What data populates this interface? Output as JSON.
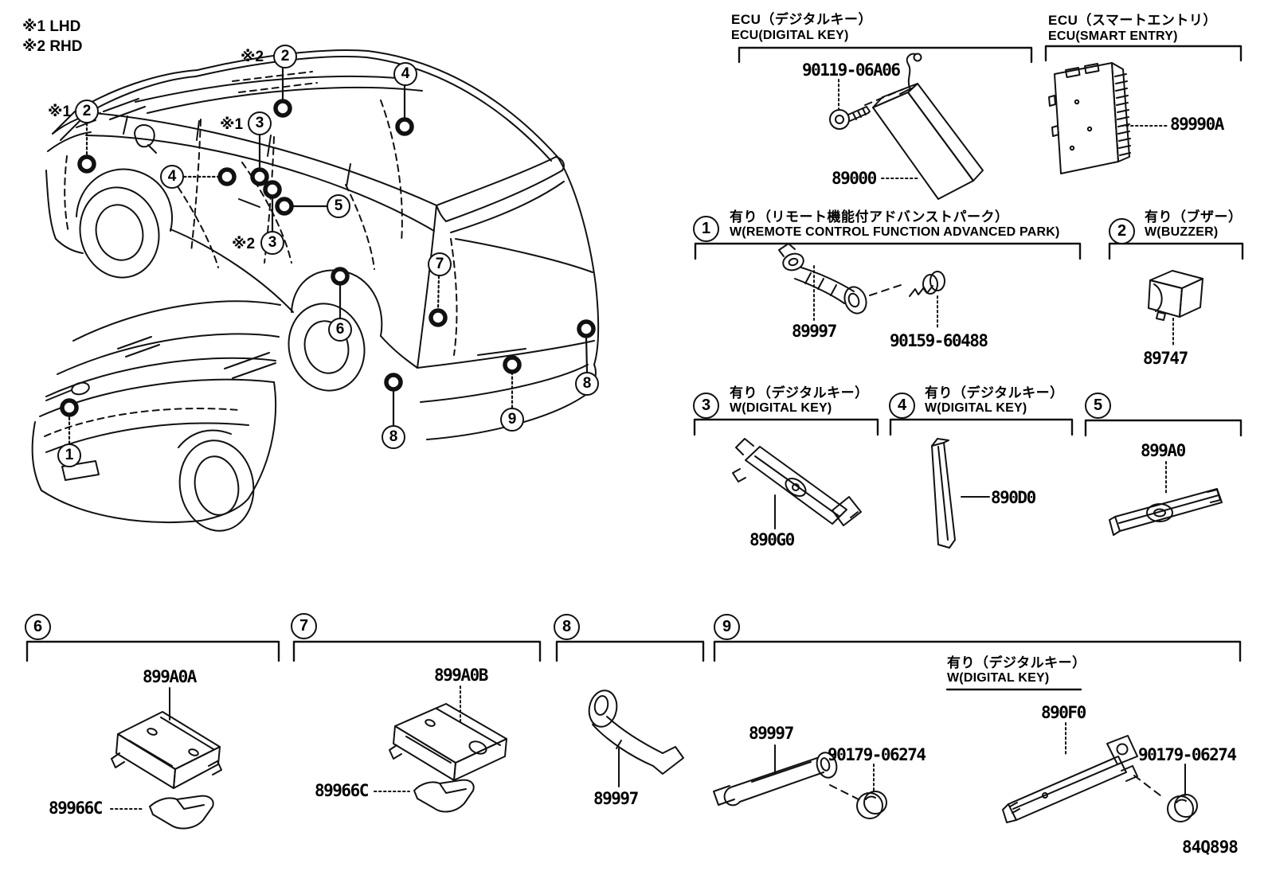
{
  "page": {
    "code": "84Q898",
    "notes": [
      "※1 LHD",
      "※2 RHD"
    ]
  },
  "ecu_digital": {
    "title_jp": "ECU（デジタルキー）",
    "title_en": "ECU(DIGITAL KEY)",
    "screw_part": "90119-06A06",
    "ecu_part": "89000"
  },
  "ecu_smart": {
    "title_jp": "ECU（スマートエントリ）",
    "title_en": "ECU(SMART ENTRY)",
    "ecu_part": "89990A"
  },
  "sections": {
    "s1": {
      "num": "1",
      "cond_jp": "有り（リモート機能付アドバンストパーク）",
      "cond_en": "W(REMOTE CONTROL FUNCTION ADVANCED PARK)",
      "sensor_part": "89997",
      "screw_part": "90159-60488"
    },
    "s2": {
      "num": "2",
      "cond_jp": "有り（ブザー）",
      "cond_en": "W(BUZZER)",
      "buzzer_part": "89747"
    },
    "s3": {
      "num": "3",
      "cond_jp": "有り（デジタルキー）",
      "cond_en": "W(DIGITAL KEY)",
      "antenna_part": "890G0"
    },
    "s4": {
      "num": "4",
      "cond_jp": "有り（デジタルキー）",
      "cond_en": "W(DIGITAL KEY)",
      "antenna_part": "890D0"
    },
    "s5": {
      "num": "5",
      "antenna_part": "899A0"
    },
    "s6": {
      "num": "6",
      "antenna_part": "899A0A",
      "clip_part": "89966C"
    },
    "s7": {
      "num": "7",
      "antenna_part": "899A0B",
      "clip_part": "89966C"
    },
    "s8": {
      "num": "8",
      "sensor_part": "89997"
    },
    "s9": {
      "num": "9",
      "sensor_part": "89997",
      "nut_part_left": "90179-06274",
      "cond_jp": "有り（デジタルキー）",
      "cond_en": "W(DIGITAL KEY)",
      "antenna_part": "890F0",
      "nut_part_right": "90179-06274"
    }
  },
  "car_callouts": [
    {
      "num": "2",
      "mark": "※2"
    },
    {
      "num": "4",
      "mark": ""
    },
    {
      "num": "2",
      "mark": "※1"
    },
    {
      "num": "3",
      "mark": "※1"
    },
    {
      "num": "4",
      "mark": ""
    },
    {
      "num": "5",
      "mark": ""
    },
    {
      "num": "3",
      "mark": "※2"
    },
    {
      "num": "7",
      "mark": ""
    },
    {
      "num": "6",
      "mark": ""
    },
    {
      "num": "8",
      "mark": ""
    },
    {
      "num": "9",
      "mark": ""
    },
    {
      "num": "8",
      "mark": ""
    },
    {
      "num": "1",
      "mark": ""
    }
  ]
}
